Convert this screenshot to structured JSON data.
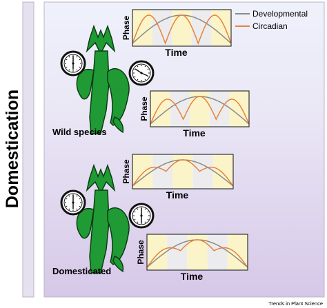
{
  "figure": {
    "side_label": "Domestication",
    "credit": "Trends in Plant Science",
    "colors": {
      "developmental": "#8a8a8a",
      "circadian": "#e8823a",
      "plant": "#1f9a34",
      "plant_outline": "#0c3d12",
      "day_band": "#fbf4c8",
      "night_band": "#ececee",
      "bg_top": "#eef1fb",
      "bg_bottom": "#d9cbea",
      "side_bar": "#e6e1ef"
    },
    "icons": [
      "plant-icon",
      "clock-icon"
    ]
  },
  "legend": {
    "developmental_label": "Developmental",
    "circadian_label": "Circadian"
  },
  "panels": [
    {
      "title": "Wild species",
      "charts": [
        {
          "y_label": "Phase",
          "x_label": "Time",
          "circadian_amplitude": 1.0
        },
        {
          "y_label": "Phase",
          "x_label": "Time",
          "circadian_amplitude": 0.8
        }
      ]
    },
    {
      "title": "Domesticated",
      "charts": [
        {
          "y_label": "Phase",
          "x_label": "Time",
          "circadian_amplitude": 0.35
        },
        {
          "y_label": "Phase",
          "x_label": "Time",
          "circadian_amplitude": 0.3
        }
      ]
    }
  ]
}
